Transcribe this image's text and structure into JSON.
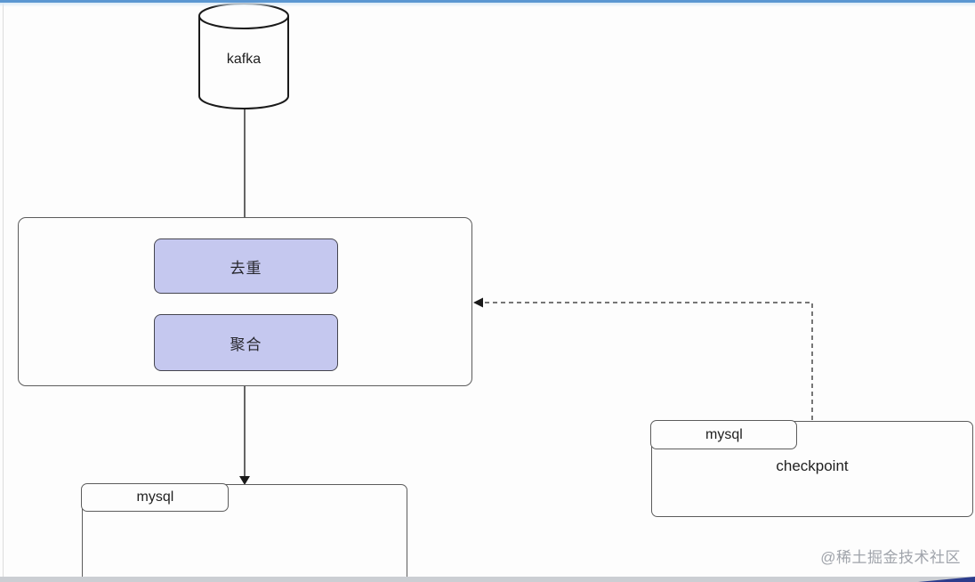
{
  "diagram": {
    "source": {
      "label": "kafka",
      "shape": "cylinder"
    },
    "processor": {
      "steps": [
        {
          "label": "去重"
        },
        {
          "label": "聚合"
        }
      ]
    },
    "sink": {
      "tab_label": "mysql"
    },
    "checkpoint_store": {
      "tab_label": "mysql",
      "body_label": "checkpoint"
    },
    "edges": [
      {
        "from": "kafka",
        "to": "processor",
        "style": "solid",
        "arrow": false
      },
      {
        "from": "processor",
        "to": "sink",
        "style": "solid",
        "arrow": true
      },
      {
        "from": "checkpoint_store",
        "to": "processor",
        "style": "dashed",
        "arrow": true
      }
    ]
  },
  "watermark": "@稀土掘金技术社区",
  "colors": {
    "step_fill": "#c5c8ef",
    "box_border": "#5c5c5c",
    "line": "#3f3f3f",
    "top_bar_blue": "#5b97d2",
    "bottom_bar_gray": "#cbced3",
    "bottom_wedge_navy": "#2c3c8c",
    "watermark_gray": "#a0a4ab",
    "background": "#fdfdfd"
  }
}
